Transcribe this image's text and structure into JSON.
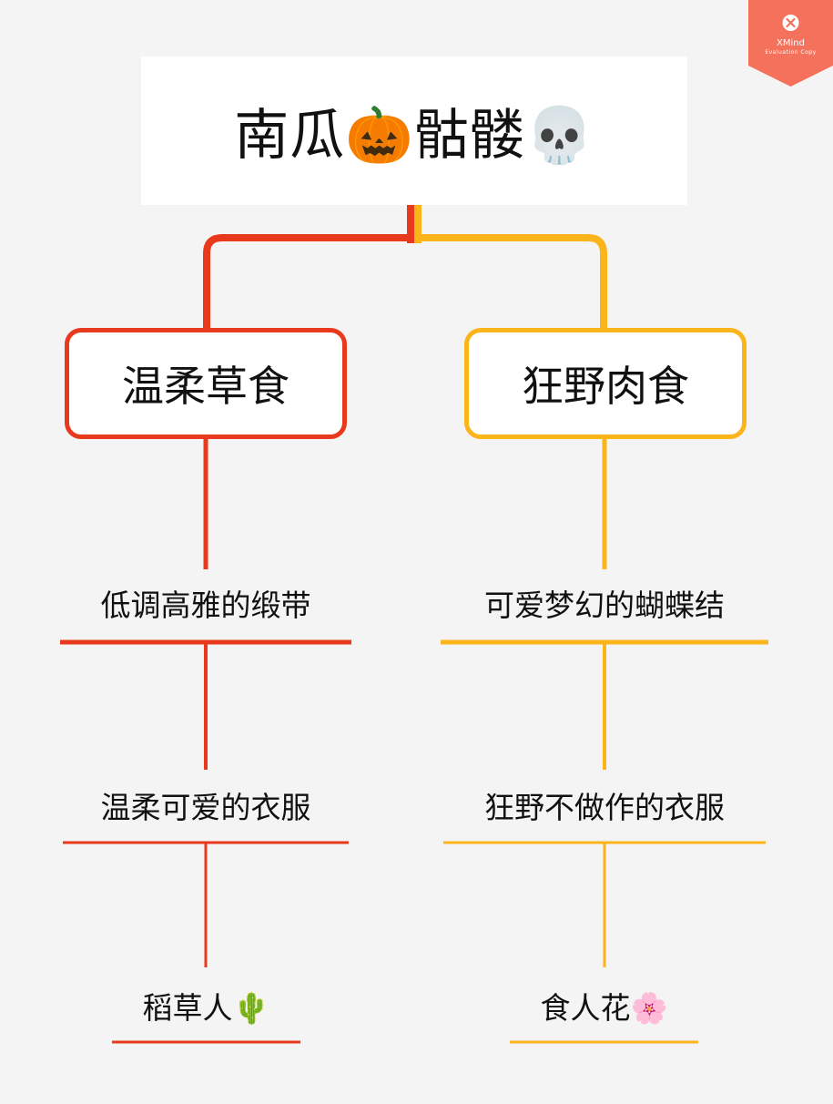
{
  "watermark": {
    "brand": "XMind",
    "note": "Evaluation Copy",
    "color": "#f4715b"
  },
  "root": {
    "title": "南瓜🎃骷髅💀",
    "icons": [
      "pumpkin-icon",
      "skull-icon"
    ]
  },
  "branches": [
    {
      "label": "温柔草食",
      "color": "#e8391c",
      "children": [
        {
          "label": "低调高雅的缎带"
        },
        {
          "label": "温柔可爱的衣服"
        },
        {
          "label": "稻草人🌵",
          "icon": "cactus-icon"
        }
      ]
    },
    {
      "label": "狂野肉食",
      "color": "#fbb51b",
      "children": [
        {
          "label": "可爱梦幻的蝴蝶结"
        },
        {
          "label": "狂野不做作的衣服"
        },
        {
          "label": "食人花🌸",
          "icon": "cherry-blossom-icon"
        }
      ]
    }
  ]
}
